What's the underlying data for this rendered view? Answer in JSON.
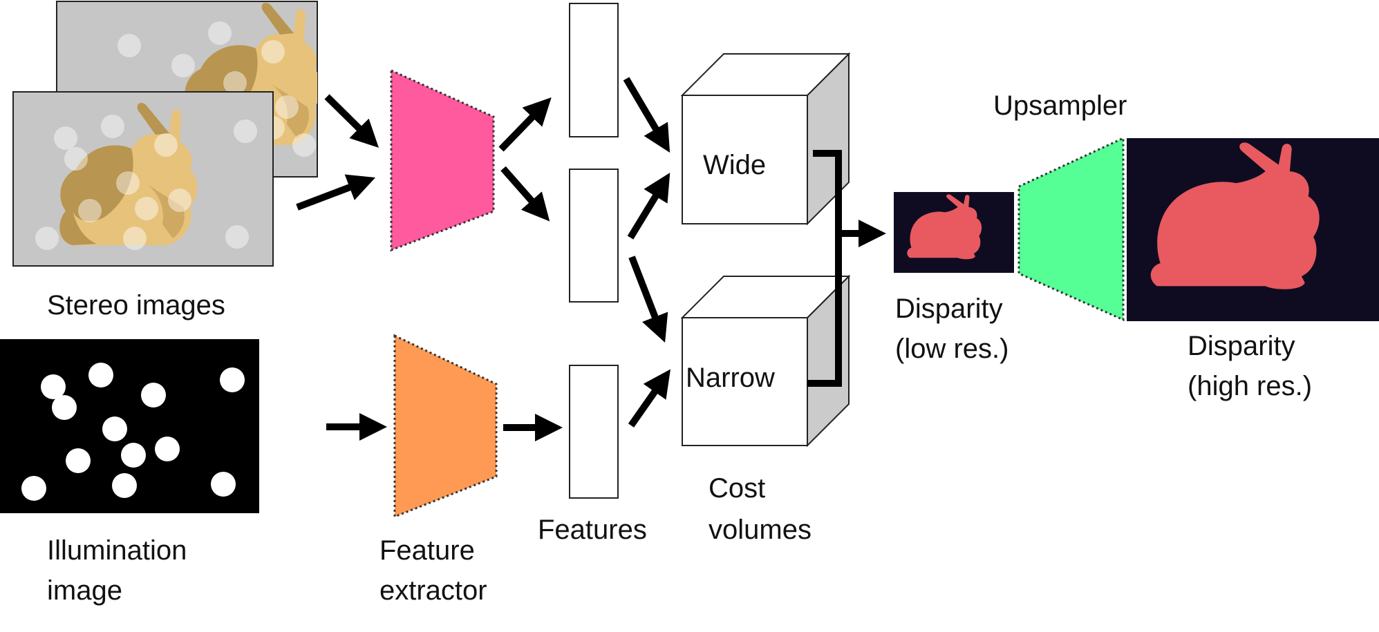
{
  "labels": {
    "stereo_images": "Stereo images",
    "illumination_image_line1": "Illumination",
    "illumination_image_line2": "image",
    "feature_extractor_line1": "Feature",
    "feature_extractor_line2": "extractor",
    "features": "Features",
    "cost_volumes_line1": "Cost",
    "cost_volumes_line2": "volumes",
    "wide": "Wide",
    "narrow": "Narrow",
    "upsampler": "Upsampler",
    "disparity_low_line1": "Disparity",
    "disparity_low_line2": "(low res.)",
    "disparity_high_line1": "Disparity",
    "disparity_high_line2": "(high res.)"
  },
  "colors": {
    "stereo_extractor": "#ff5a9e",
    "illumination_extractor": "#ff9a55",
    "upsampler": "#55ff95",
    "disparity_background": "#0f0c22",
    "disparity_bunny": "#e85a60",
    "stereo_background": "#c6c6c6",
    "bunny_light": "#e6c27a",
    "bunny_dark": "#b89550",
    "cube_side": "#cbcbcb",
    "arrow": "#000000"
  },
  "icons": {
    "stereo_left": "bunny-image-icon",
    "stereo_right": "bunny-image-icon",
    "illumination": "dot-pattern-icon",
    "disparity_low": "bunny-silhouette-icon",
    "disparity_high": "bunny-silhouette-icon"
  }
}
